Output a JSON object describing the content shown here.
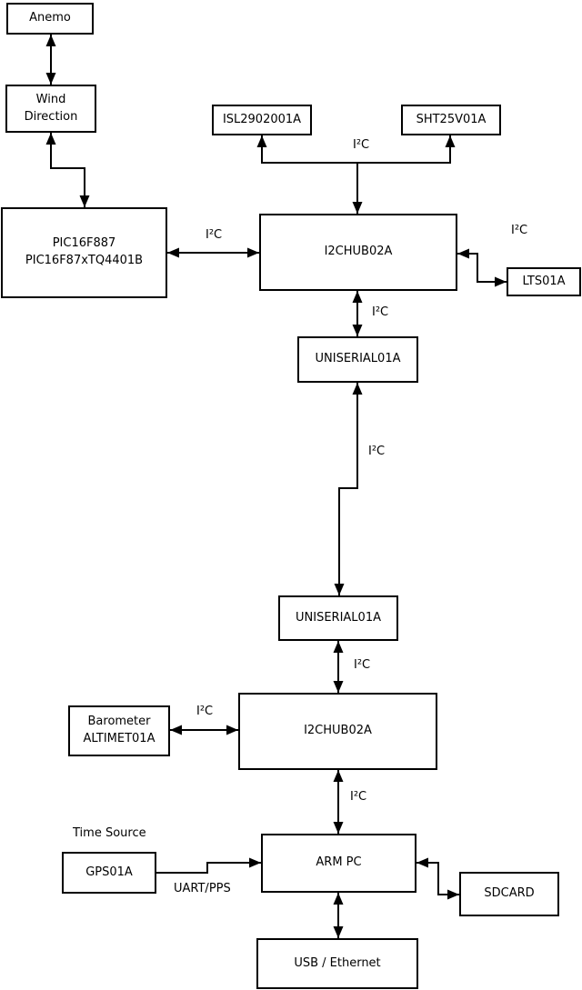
{
  "diagram": {
    "boxes": {
      "anemo": {
        "label": "Anemo"
      },
      "wind_direction": {
        "line1": "Wind",
        "line2": "Direction"
      },
      "pic": {
        "line1": "PIC16F887",
        "line2": "PIC16F87xTQ4401B"
      },
      "isl": {
        "label": "ISL2902001A"
      },
      "sht": {
        "label": "SHT25V01A"
      },
      "hub1": {
        "label": "I2CHUB02A"
      },
      "lts": {
        "label": "LTS01A"
      },
      "uniserial1": {
        "label": "UNISERIAL01A"
      },
      "uniserial2": {
        "label": "UNISERIAL01A"
      },
      "barometer": {
        "line1": "Barometer",
        "line2": "ALTIMET01A"
      },
      "hub2": {
        "label": "I2CHUB02A"
      },
      "arm_pc": {
        "label": "ARM PC"
      },
      "gps": {
        "label": "GPS01A"
      },
      "sdcard": {
        "label": "SDCARD"
      },
      "usb_ethernet": {
        "label": "USB / Ethernet"
      }
    },
    "bus_labels": {
      "sensors_i2c": "I²C",
      "pic_hub1_i2c": "I²C",
      "hub1_lts_i2c": "I²C",
      "hub1_uniserial_i2c": "I²C",
      "uniserial_link_i2c": "I²C",
      "uniserial_hub2_i2c": "I²C",
      "barometer_hub2_i2c": "I²C",
      "hub2_armpc_i2c": "I²C",
      "time_source": "Time Source",
      "gps_armpc_bus": "UART/PPS"
    },
    "colors": {
      "line": "#000000",
      "background": "#ffffff",
      "box_fill": "#ffffff",
      "text": "#000000"
    }
  }
}
